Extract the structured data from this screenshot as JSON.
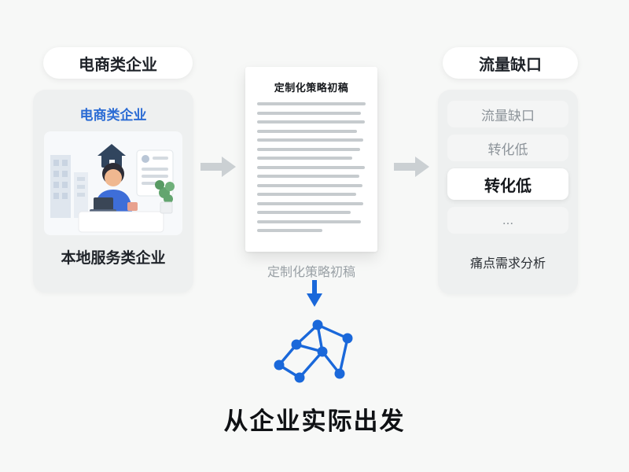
{
  "colors": {
    "accent_blue": "#1a68da",
    "card_bg": "#eef0f0",
    "arrow_gray": "#cbd0d3",
    "page_bg": "#f7f8f7"
  },
  "left_column": {
    "pill_label": "电商类企业",
    "card_title": "电商类企业",
    "card_caption": "本地服务类企业",
    "illustration": "person-at-desk-with-laptop-buildings-and-plant"
  },
  "middle_column": {
    "document_title": "定制化策略初稿",
    "document_line_count": 15,
    "caption": "定制化策略初稿"
  },
  "right_column": {
    "pill_label": "流量缺口",
    "items": [
      {
        "label": "流量缺口",
        "highlighted": false
      },
      {
        "label": "转化低",
        "highlighted": false
      },
      {
        "label": "转化低",
        "highlighted": true
      },
      {
        "label": "...",
        "highlighted": false
      }
    ],
    "caption": "痛点需求分析"
  },
  "bottom": {
    "title": "从企业实际出发"
  },
  "icons": {
    "flow_arrow": "arrow-right-icon",
    "down_arrow": "arrow-down-icon",
    "network": "network-graph-icon"
  }
}
